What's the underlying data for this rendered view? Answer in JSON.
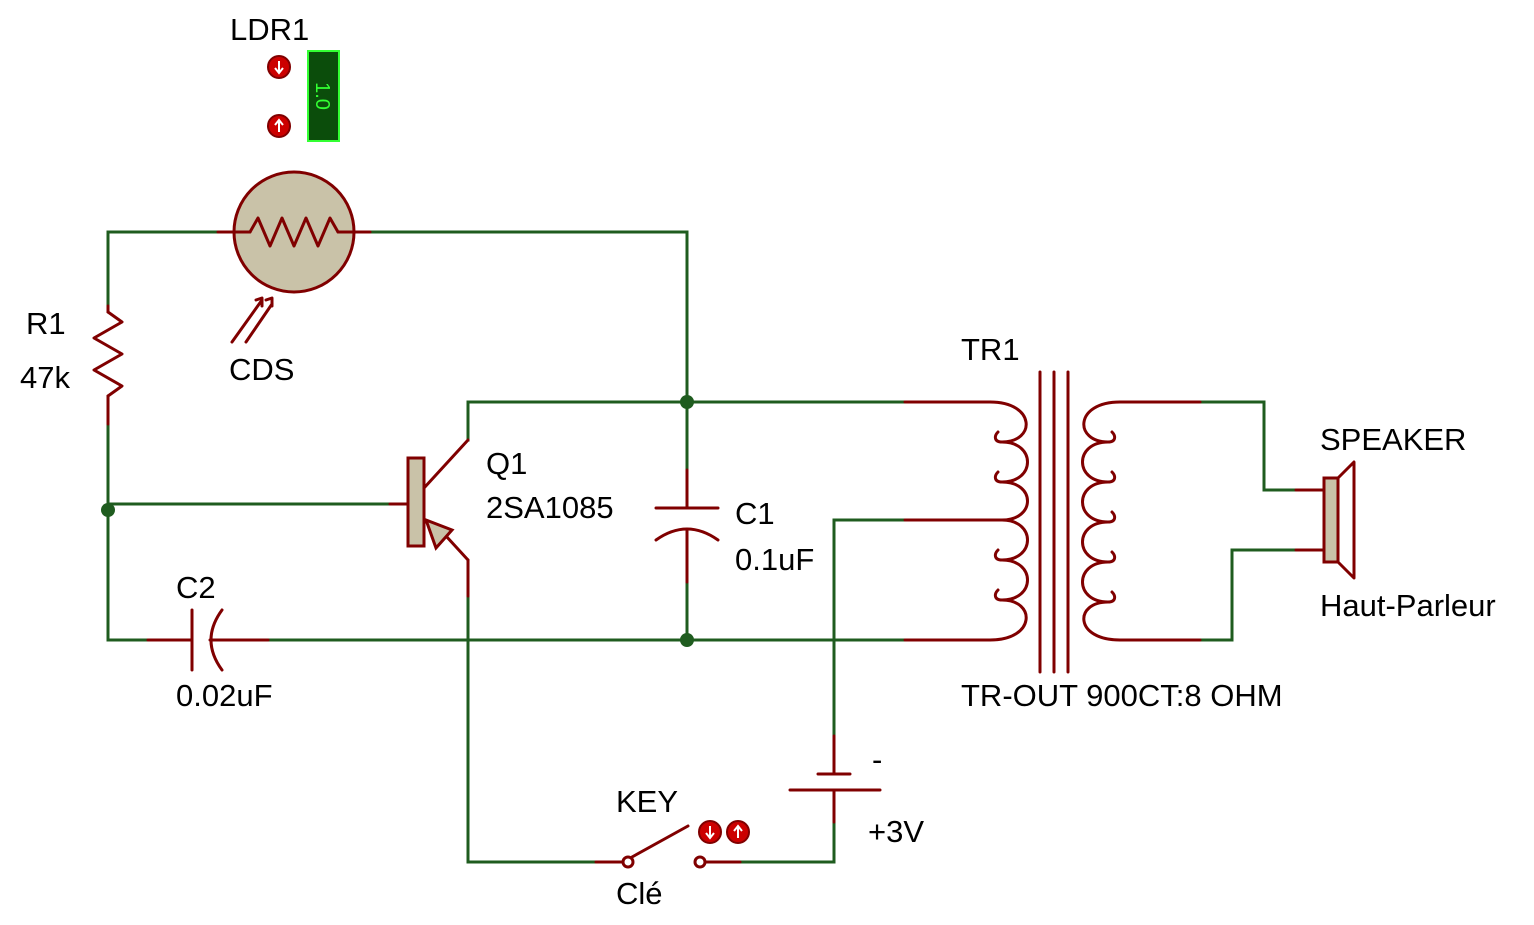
{
  "components": {
    "ldr1": {
      "ref": "LDR1",
      "value": "CDS",
      "light_level": "1.0"
    },
    "r1": {
      "ref": "R1",
      "value": "47k"
    },
    "q1": {
      "ref": "Q1",
      "value": "2SA1085"
    },
    "c1": {
      "ref": "C1",
      "value": "0.1uF"
    },
    "c2": {
      "ref": "C2",
      "value": "0.02uF"
    },
    "tr1": {
      "ref": "TR1",
      "value": "TR-OUT 900CT:8 OHM"
    },
    "speaker": {
      "ref": "SPEAKER",
      "value": "Haut-Parleur"
    },
    "key": {
      "ref": "KEY",
      "value": "Clé"
    },
    "battery": {
      "minus": "-",
      "value": "+3V"
    }
  },
  "colors": {
    "wire": "#1f5c1f",
    "component": "#800000",
    "body_fill": "#c9c2a8",
    "indicator_bg": "#0b4d0b",
    "indicator_text": "#33ff33"
  }
}
